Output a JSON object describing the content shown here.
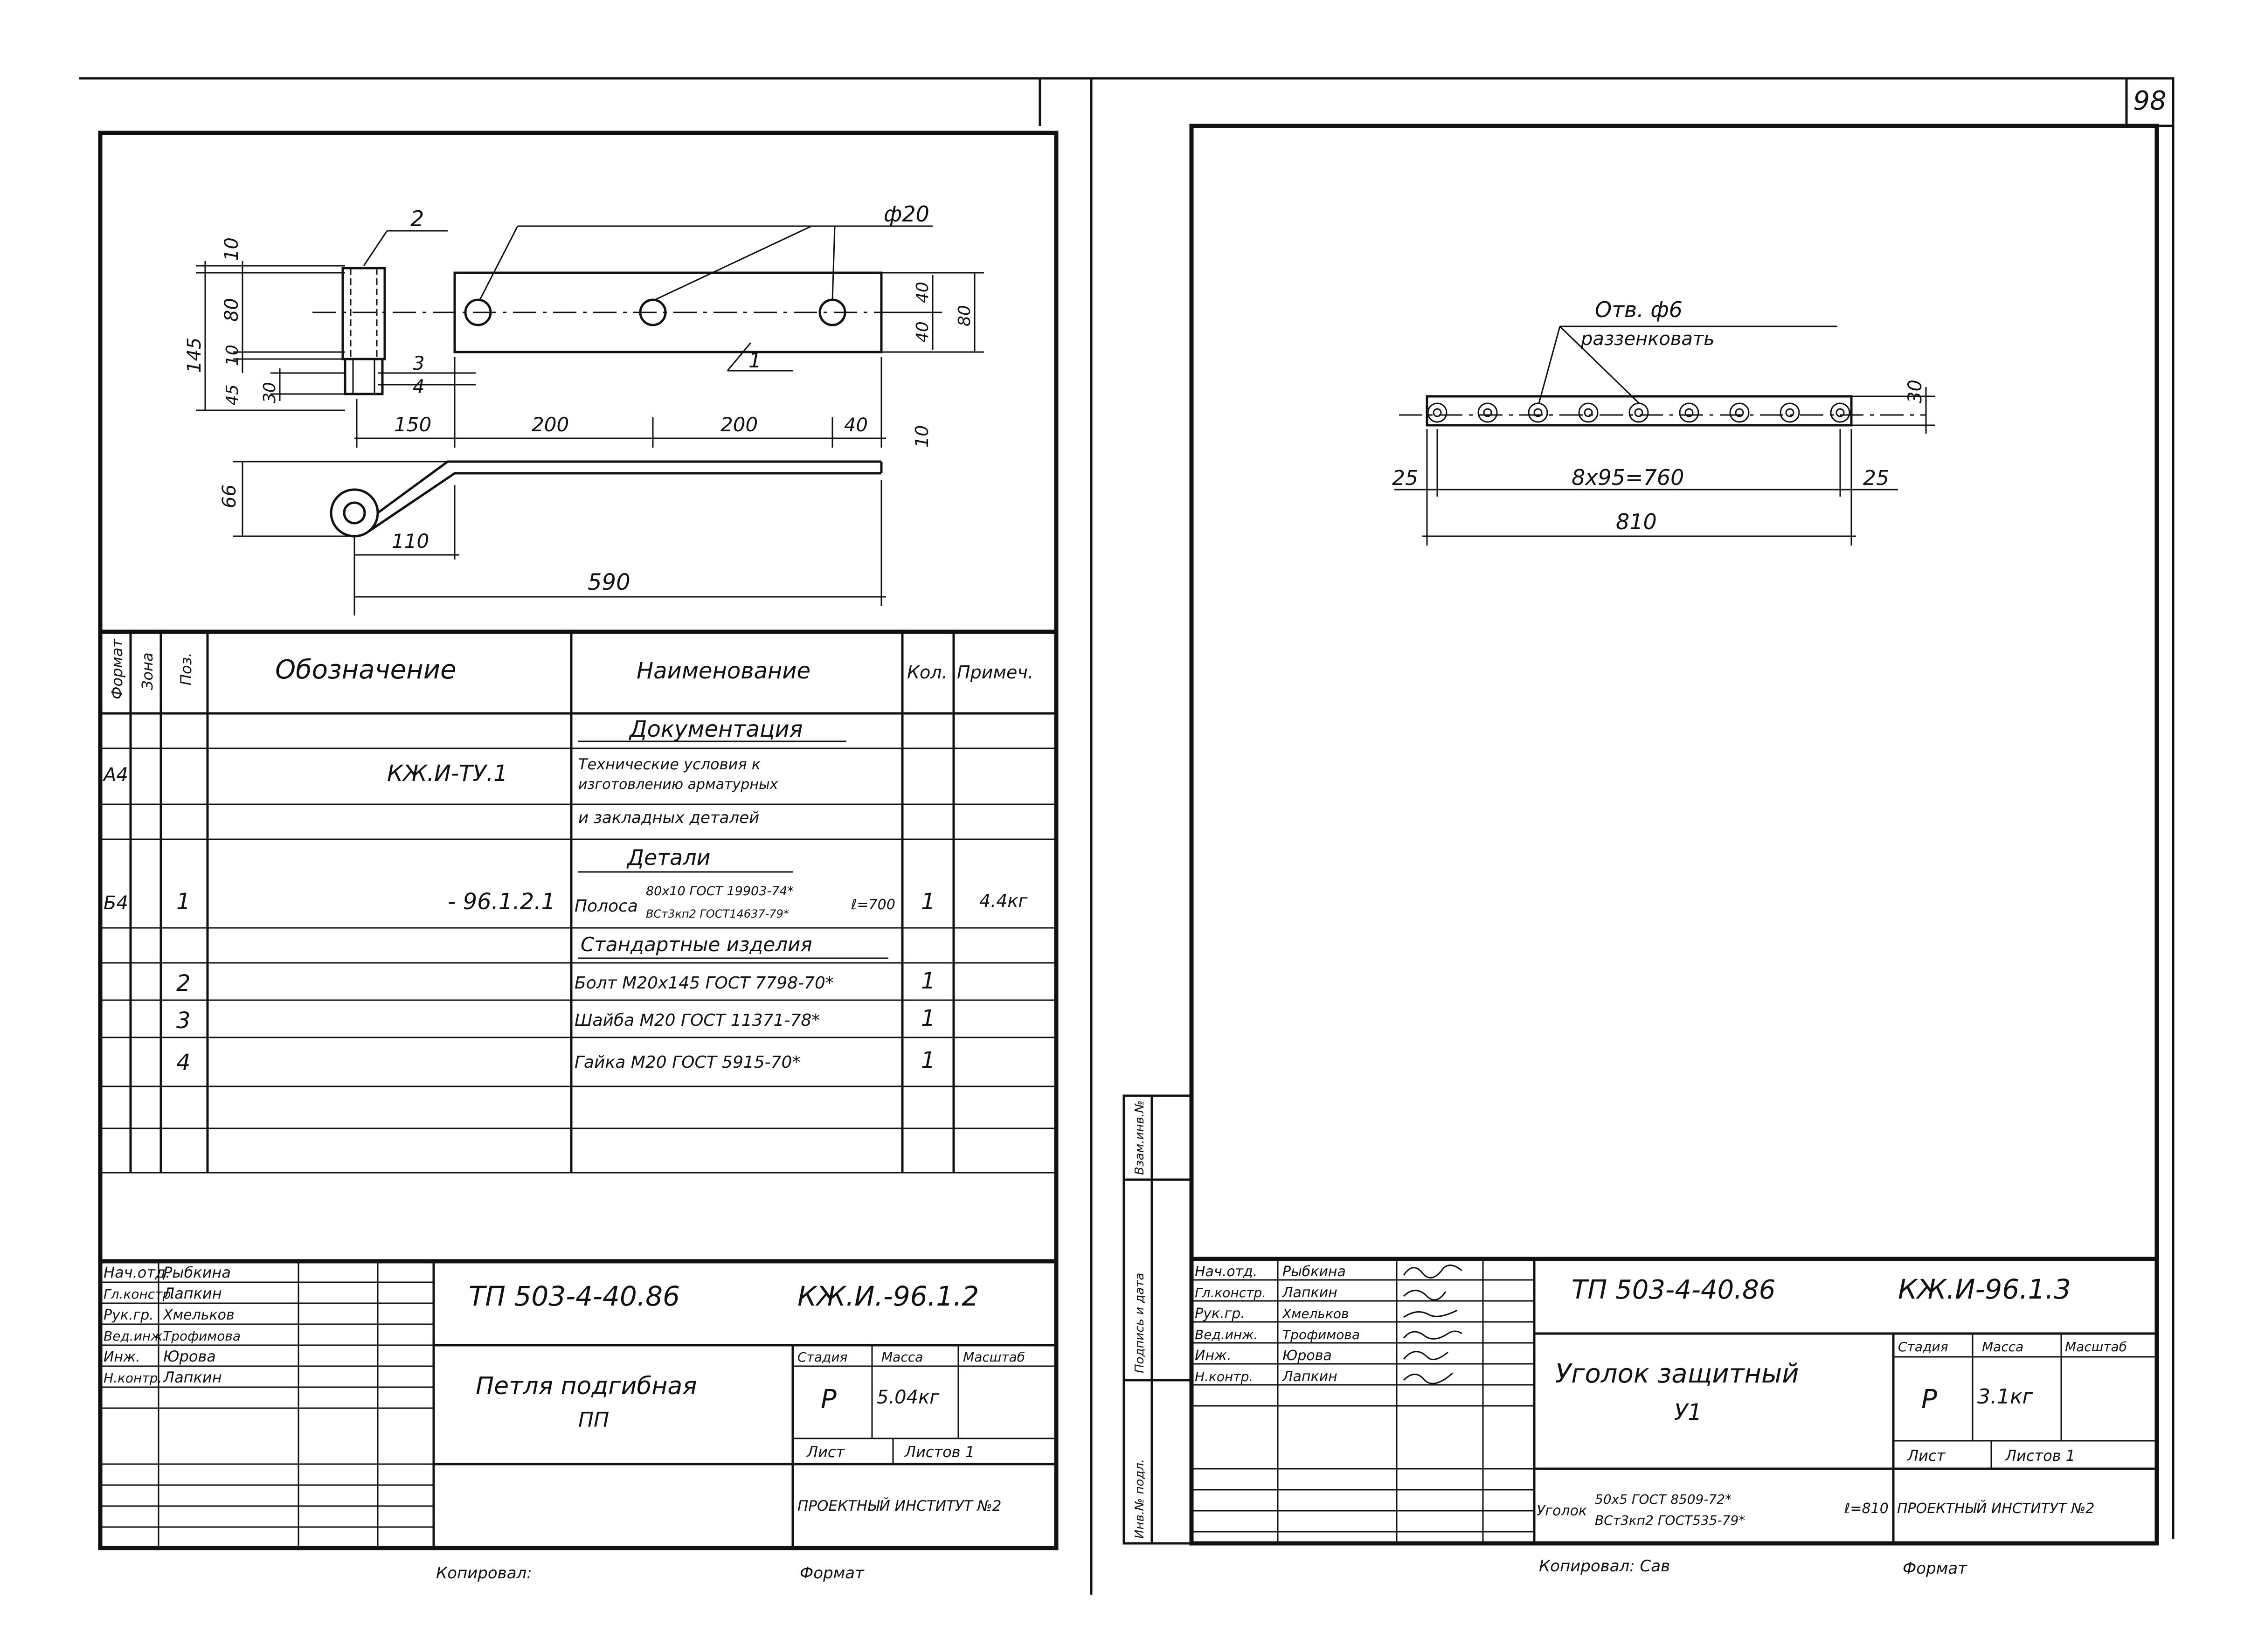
{
  "sheet_number": "98",
  "left": {
    "callouts": {
      "bolt": "2",
      "washer": "3",
      "nut": "4",
      "strip": "1",
      "hole_diameter": "ф20"
    },
    "dimensions": {
      "top_ext": "10",
      "h80": "80",
      "h145": "145",
      "d10": "10",
      "d45": "45",
      "d30": "30",
      "r40a": "40",
      "r40b": "40",
      "r80": "80",
      "w150": "150",
      "w200a": "200",
      "w200b": "200",
      "w40": "40",
      "t10": "10",
      "h66": "66",
      "w110": "110",
      "w590": "590"
    },
    "spec": {
      "headers": {
        "format": "Формат",
        "zone": "Зона",
        "pos": "Поз.",
        "designation": "Обозначение",
        "name": "Наименование",
        "qty": "Кол.",
        "note": "Примеч."
      },
      "section_docs": "Документация",
      "doc_row": {
        "format": "А4",
        "designation": "КЖ.И-ТУ.1",
        "line1": "Технические условия к",
        "line2": "изготовлению арматурных",
        "line3": "и закладных деталей"
      },
      "section_parts": "Детали",
      "part_row": {
        "format": "Б4",
        "pos": "1",
        "designation": "- 96.1.2.1",
        "name_main": "Полоса",
        "name_top": "80х10 ГОСТ 19903-74*",
        "name_bottom": "ВСт3кп2 ГОСТ14637-79*",
        "length": "ℓ=700",
        "qty": "1",
        "note": "4.4кг"
      },
      "section_std": "Стандартные изделия",
      "std_rows": [
        {
          "pos": "2",
          "name": "Болт М20х145 ГОСТ 7798-70*",
          "qty": "1"
        },
        {
          "pos": "3",
          "name": "Шайба М20 ГОСТ 11371-78*",
          "qty": "1"
        },
        {
          "pos": "4",
          "name": "Гайка М20 ГОСТ 5915-70*",
          "qty": "1"
        }
      ]
    },
    "title_block": {
      "roles": [
        "Нач.отд.",
        "Гл.констр.",
        "Рук.гр.",
        "Вед.инж.",
        "Инж.",
        "Н.контр."
      ],
      "names": [
        "Рыбкина",
        "Лапкин",
        "Хмельков",
        "Трофимова",
        "Юрова",
        "Лапкин"
      ],
      "project": "ТП 503-4-40.86",
      "code": "КЖ.И.-96.1.2",
      "title_line1": "Петля подгибная",
      "title_line2": "ПП",
      "stage_label": "Стадия",
      "mass_label": "Масса",
      "scale_label": "Масштаб",
      "stage": "Р",
      "mass": "5.04кг",
      "sheet_label": "Лист",
      "sheets_label": "Листов 1",
      "org": "ПРОЕКТНЫЙ ИНСТИТУТ №2"
    },
    "copied": "Копировал:",
    "format_label": "Формат"
  },
  "right": {
    "hole_note": "Отв. ф6",
    "countersink_note": "раззенковать",
    "dimensions": {
      "h30": "30",
      "e25a": "25",
      "pitch": "8х95=760",
      "e25b": "25",
      "total": "810"
    },
    "side_labels": [
      "Взам.инв.№",
      "Подпись и дата",
      "Инв.№ подл."
    ],
    "title_block": {
      "roles": [
        "Нач.отд.",
        "Гл.констр.",
        "Рук.гр.",
        "Вед.инж.",
        "Инж.",
        "Н.контр."
      ],
      "names": [
        "Рыбкина",
        "Лапкин",
        "Хмельков",
        "Трофимова",
        "Юрова",
        "Лапкин"
      ],
      "project": "ТП 503-4-40.86",
      "code": "КЖ.И-96.1.3",
      "title_line1": "Уголок защитный",
      "title_line2": "У1",
      "stage_label": "Стадия",
      "mass_label": "Масса",
      "scale_label": "Масштаб",
      "stage": "Р",
      "mass": "3.1кг",
      "sheet_label": "Лист",
      "sheets_label": "Листов 1",
      "material_main": "Уголок",
      "material_top": "50х5 ГОСТ 8509-72*",
      "material_bottom": "ВСт3кп2 ГОСТ535-79*",
      "material_length": "ℓ=810",
      "org": "ПРОЕКТНЫЙ ИНСТИТУТ №2"
    },
    "copied": "Копировал: Сав",
    "format_label": "Формат"
  }
}
